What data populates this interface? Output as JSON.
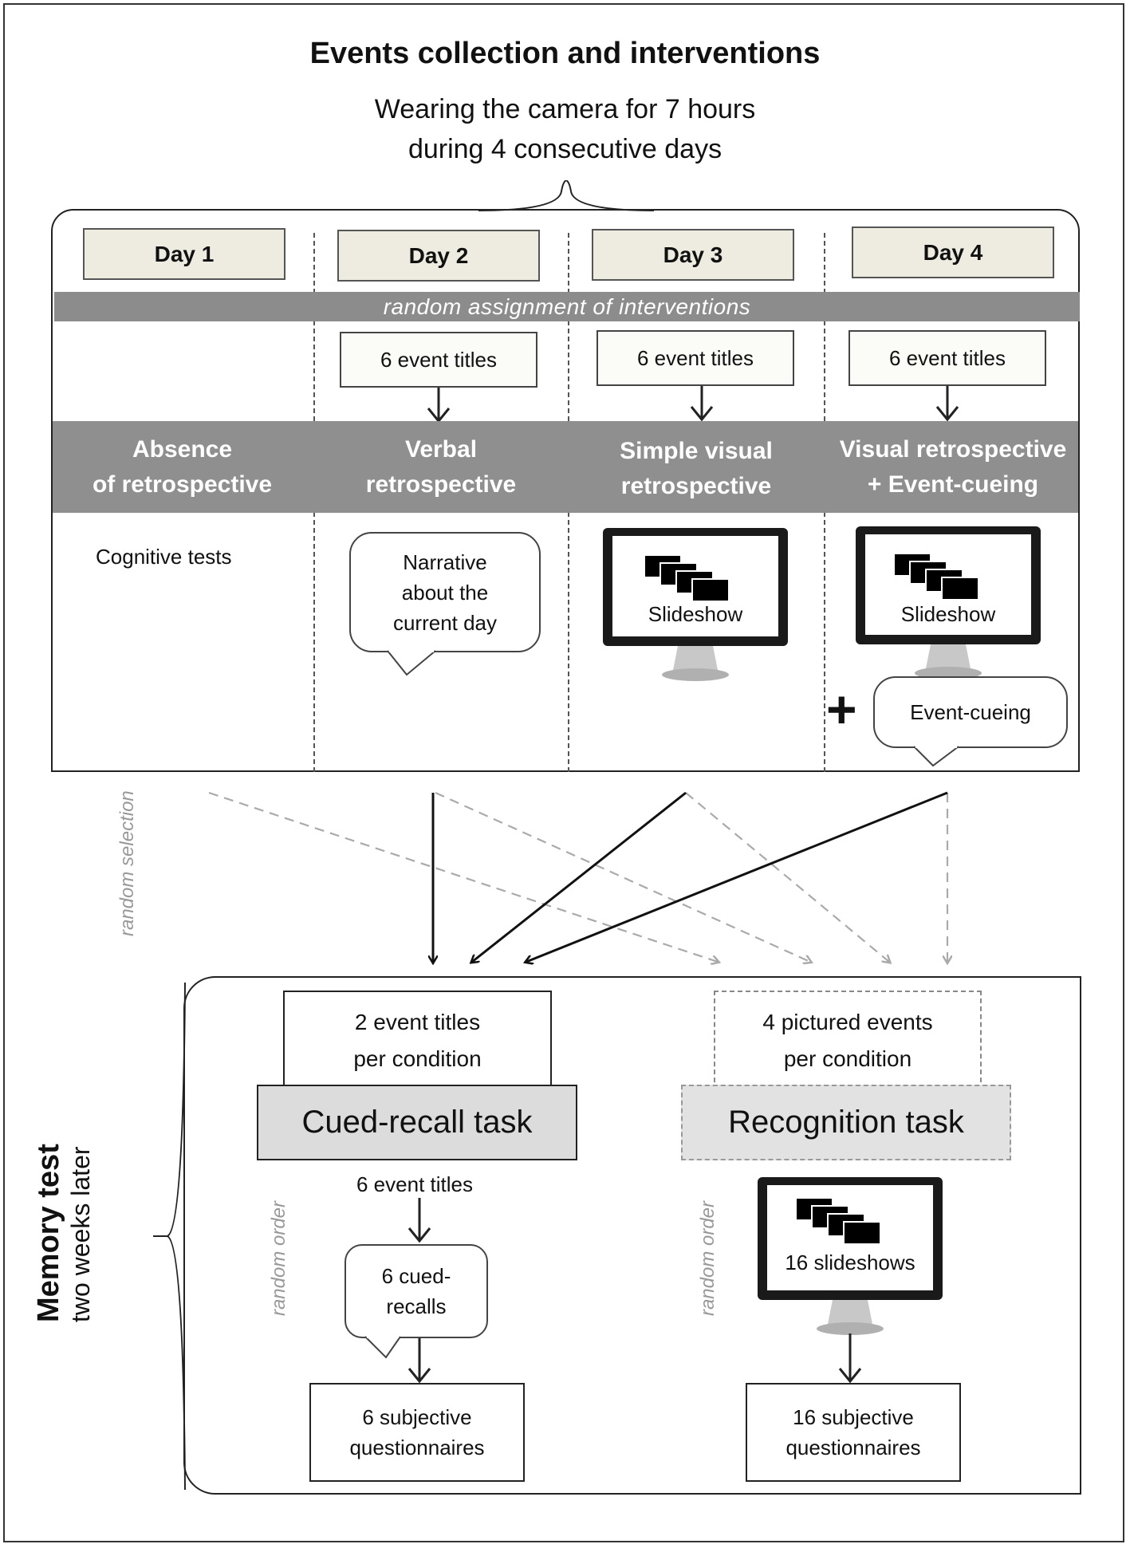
{
  "header": {
    "title": "Events collection and interventions",
    "subtitle_line1": "Wearing the camera for 7 hours",
    "subtitle_line2": "during 4 consecutive days"
  },
  "days": [
    "Day 1",
    "Day 2",
    "Day 3",
    "Day 4"
  ],
  "random_assignment": "random assignment of interventions",
  "event_titles_label": "6 event titles",
  "conditions": [
    {
      "line1": "Absence",
      "line2": "of retrospective"
    },
    {
      "line1": "Verbal",
      "line2": "retrospective"
    },
    {
      "line1": "Simple visual",
      "line2": "retrospective"
    },
    {
      "line1": "Visual retrospective",
      "line2": "+ Event-cueing"
    }
  ],
  "day1_content": "Cognitive tests",
  "day2_bubble": {
    "line1": "Narrative",
    "line2": "about the",
    "line3": "current day"
  },
  "slideshow_label": "Slideshow",
  "plus_sign": "+",
  "event_cueing_label": "Event-cueing",
  "random_selection": "random selection",
  "memory_test": {
    "title": "Memory test",
    "subtitle": "two weeks later"
  },
  "random_order": "random order",
  "cued_recall": {
    "box_line1": "2 event titles",
    "box_line2": "per condition",
    "task": "Cued-recall task",
    "event_titles": "6 event titles",
    "bubble_line1": "6 cued-",
    "bubble_line2": "recalls",
    "questionnaire_line1": "6 subjective",
    "questionnaire_line2": "questionnaires"
  },
  "recognition": {
    "box_line1": "4 pictured events",
    "box_line2": "per condition",
    "task": "Recognition task",
    "slideshows": "16 slideshows",
    "questionnaire_line1": "16 subjective",
    "questionnaire_line2": "questionnaires"
  },
  "colors": {
    "day_box": "#eeece1",
    "gray_band": "#8f8f8f",
    "task_fill": "#dcdcdc",
    "dashed_arrow": "#aaaaaa"
  },
  "icons": [
    "monitor-icon",
    "arrow-down-icon",
    "speech-bubble-icon",
    "brace-icon"
  ]
}
